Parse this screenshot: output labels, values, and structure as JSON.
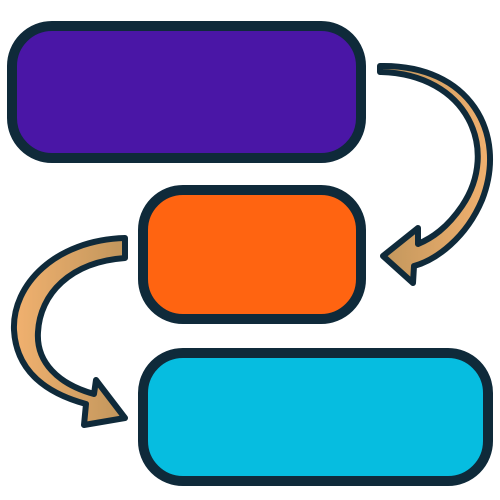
{
  "colors": {
    "outline": "#0f2a3a",
    "box_top": "#4a16a6",
    "box_middle": "#ff6411",
    "box_bottom": "#06bde0",
    "arrow_dark": "#c1965c",
    "arrow_light": "#f1b16f"
  },
  "nodes": [
    {
      "id": "top",
      "shape": "rounded-rectangle",
      "color": "#4a16a6",
      "label": ""
    },
    {
      "id": "middle",
      "shape": "rounded-rectangle",
      "color": "#ff6411",
      "label": ""
    },
    {
      "id": "bottom",
      "shape": "rounded-rectangle",
      "color": "#06bde0",
      "label": ""
    }
  ],
  "edges": [
    {
      "from": "top",
      "to": "middle",
      "direction": "clockwise-curve-right"
    },
    {
      "from": "middle",
      "to": "bottom",
      "direction": "counterclockwise-curve-left"
    }
  ]
}
